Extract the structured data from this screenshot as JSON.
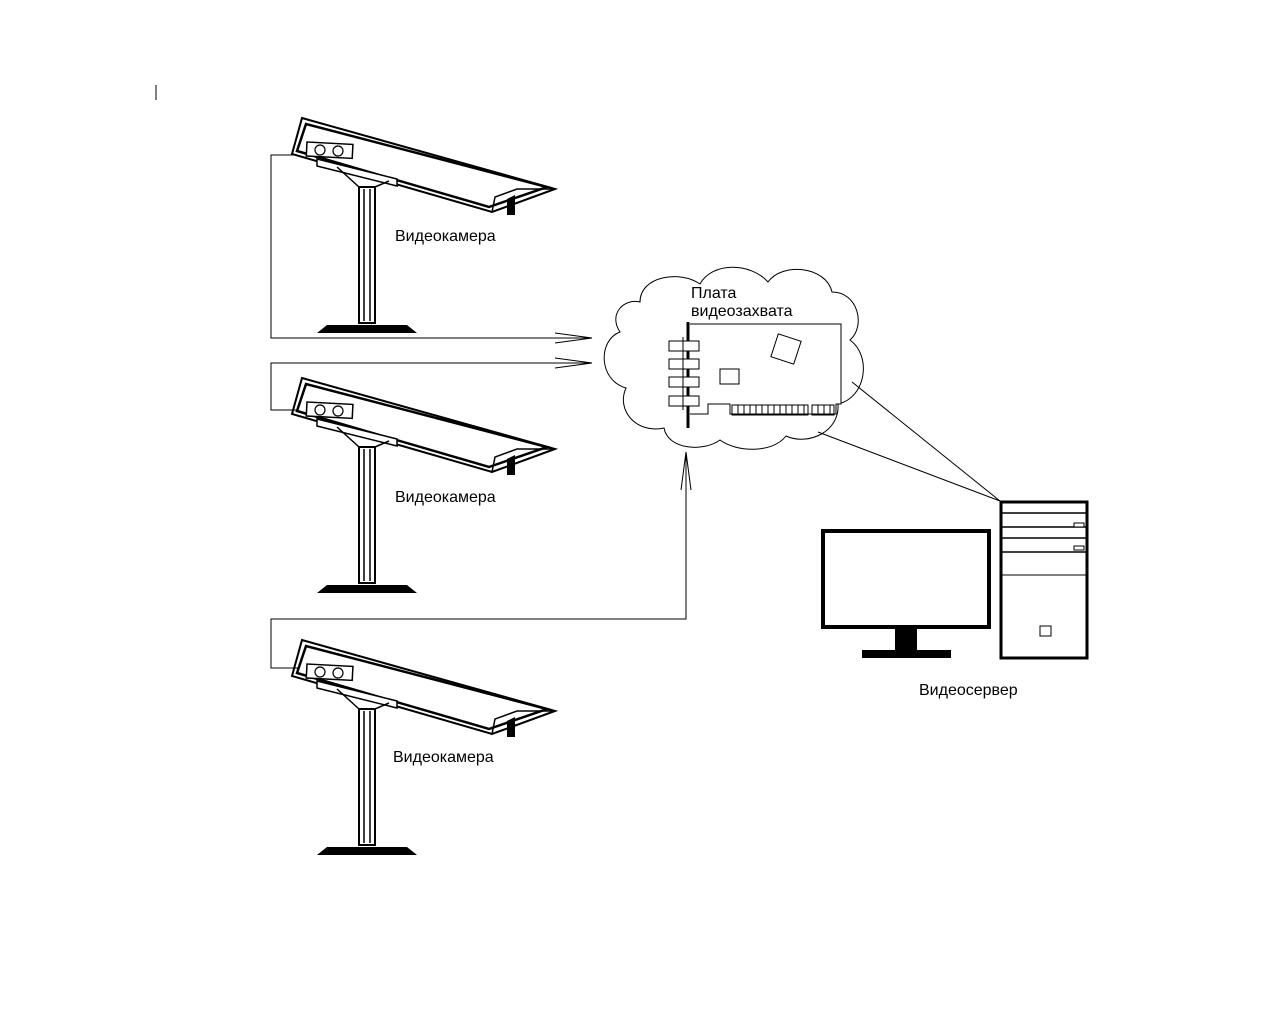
{
  "cameras": [
    {
      "label": "Видеокамера"
    },
    {
      "label": "Видеокамера"
    },
    {
      "label": "Видеокамера"
    }
  ],
  "capture_card": {
    "label_line1": "Плата",
    "label_line2": "видеозахвата"
  },
  "server": {
    "label": "Видеосервер"
  },
  "colors": {
    "stroke": "#000000",
    "background": "#ffffff"
  }
}
